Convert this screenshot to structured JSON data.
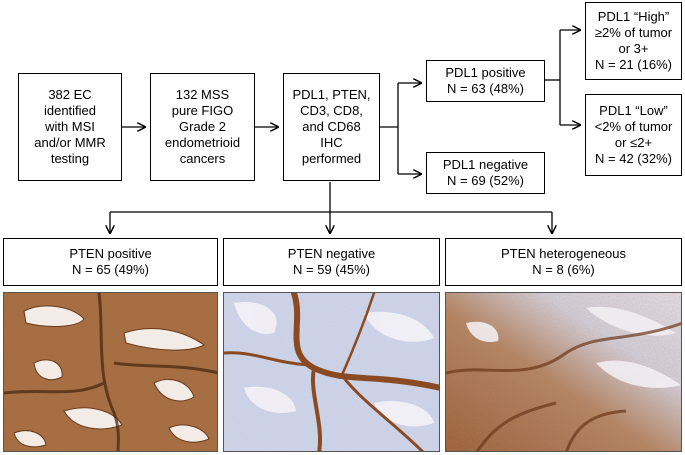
{
  "boxes": {
    "identified": "382 EC\nidentified\nwith MSI\nand/or MMR\ntesting",
    "mss": "132 MSS\npure FIGO\nGrade 2\nendometrioid\ncancers",
    "ihc": "PDL1, PTEN,\nCD3, CD8,\nand CD68\nIHC\nperformed",
    "pdl1_positive": "PDL1 positive\nN = 63 (48%)",
    "pdl1_negative": "PDL1 negative\nN = 69 (52%)",
    "pdl1_high": "PDL1 “High”\n≥2% of tumor\nor 3+\nN = 21 (16%)",
    "pdl1_low": "PDL1 “Low”\n<2% of tumor\nor ≤2+\nN = 42 (32%)",
    "pten_positive": "PTEN positive\nN = 65 (49%)",
    "pten_negative": "PTEN negative\nN = 59 (45%)",
    "pten_heterogeneous": "PTEN heterogeneous\nN = 8 (6%)"
  },
  "colors": {
    "line": "#000000",
    "stain_brown": "#9a5a2c",
    "stain_dark": "#5e3418",
    "counterstain_blue": "#b9c3dd",
    "background_light": "#eeeaf0"
  }
}
